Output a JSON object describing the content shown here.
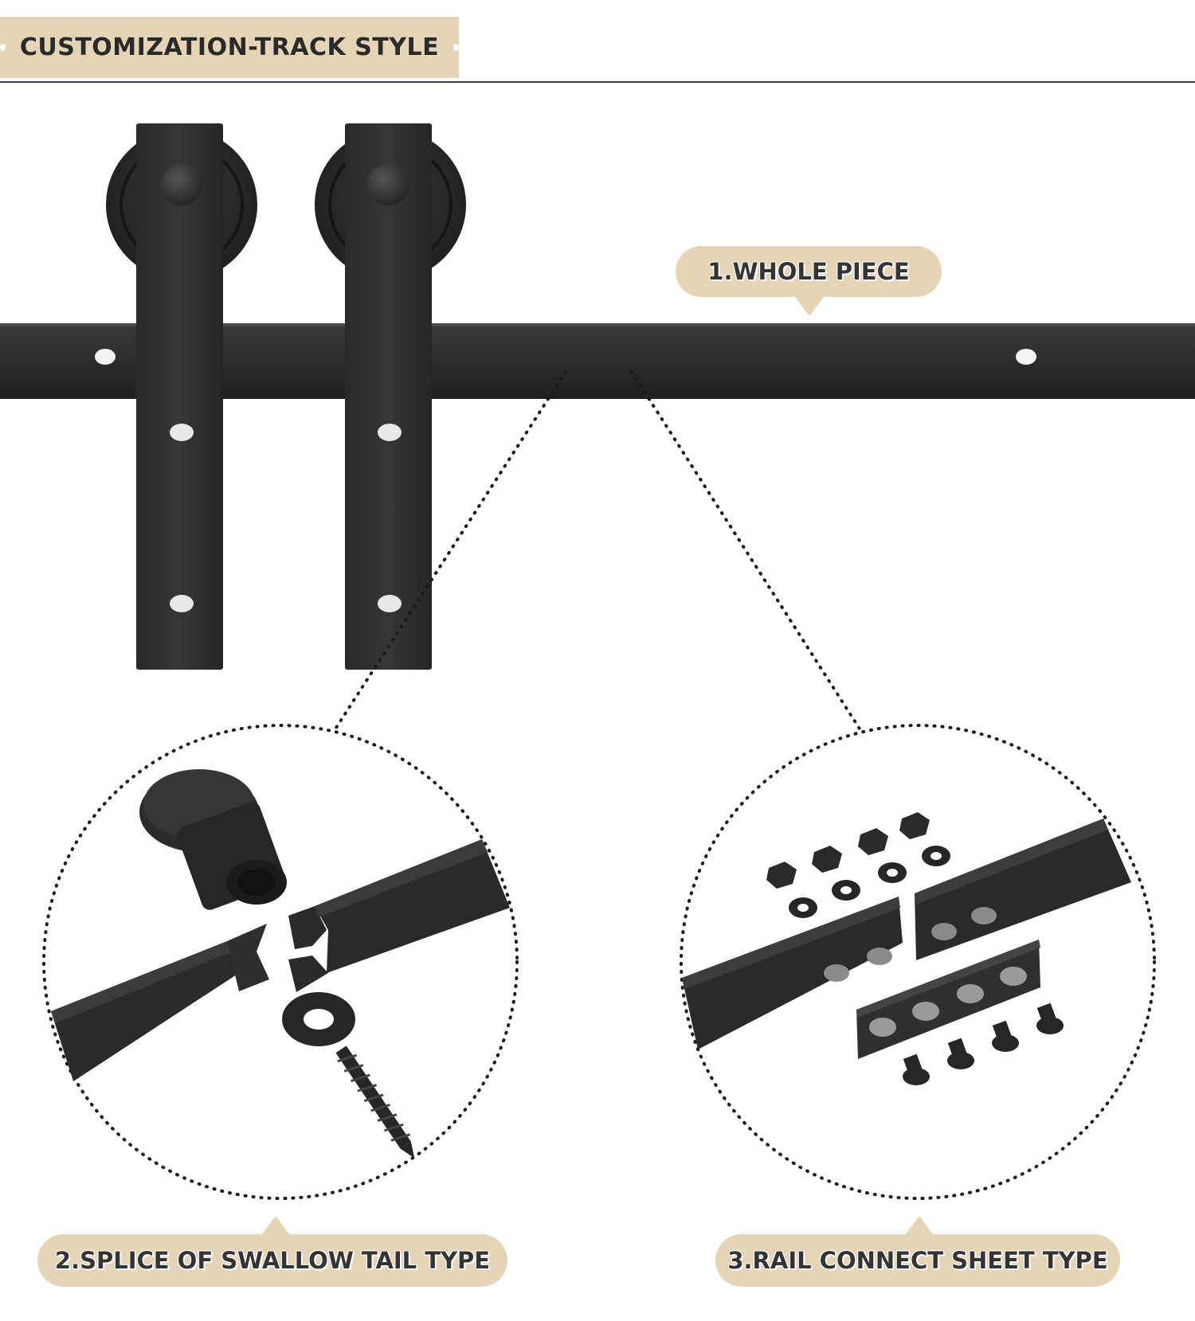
{
  "header": {
    "title": "CUSTOMIZATION-TRACK STYLE"
  },
  "labels": {
    "whole_piece": "1.WHOLE PIECE",
    "swallow_tail": "2.SPLICE OF SWALLOW TAIL TYPE",
    "connect_sheet": "3.RAIL CONNECT SHEET TYPE"
  },
  "colors": {
    "accent": "#e6d4b6",
    "metal": "#2b2b2b",
    "text": "#343434"
  }
}
